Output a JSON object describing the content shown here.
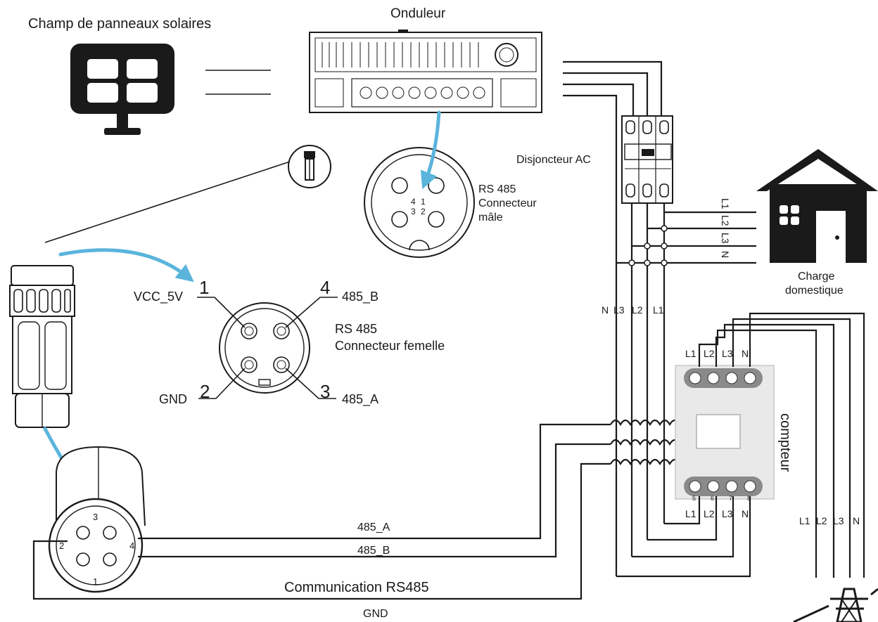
{
  "labels": {
    "solar_field": "Champ de panneaux solaires",
    "inverter": "Onduleur",
    "breaker": "Disjoncteur AC",
    "rs485_male_1": "RS 485",
    "rs485_male_2": "Connecteur",
    "rs485_male_3": "mâle",
    "rs485_female_1": "RS 485",
    "rs485_female_2": "Connecteur femelle",
    "household_1": "Charge",
    "household_2": "domestique",
    "meter": "compteur",
    "comm": "Communication RS485",
    "wire_485a": "485_A",
    "wire_485b": "485_B",
    "wire_gnd": "GND"
  },
  "female_pins": {
    "vcc_label": "VCC_5V",
    "vcc_num": "1",
    "gnd_label": "GND",
    "gnd_num": "2",
    "a_label": "485_A",
    "a_num": "3",
    "b_label": "485_B",
    "b_num": "4"
  },
  "male_pins": {
    "p1": "1",
    "p2": "2",
    "p3": "3",
    "p4": "4"
  },
  "plug_pins": {
    "p1": "1",
    "p2": "2",
    "p3": "3",
    "p4": "4"
  },
  "house_phases": [
    "L1",
    "L2",
    "L3",
    "N"
  ],
  "breaker_phases": [
    "N",
    "L3",
    "L2",
    "L1"
  ],
  "meter_top_phases": [
    "L1",
    "L2",
    "L3",
    "N"
  ],
  "meter_bottom_phases": [
    "L1",
    "L2",
    "L3",
    "N"
  ],
  "meter_terminals": [
    "5",
    "6",
    "7",
    "8"
  ],
  "grid_phases": [
    "L1",
    "L2",
    "L3",
    "N"
  ],
  "colors": {
    "arrow": "#5ab4dc",
    "ink": "#1a1a1a",
    "meter_body": "#e9e9e9"
  }
}
